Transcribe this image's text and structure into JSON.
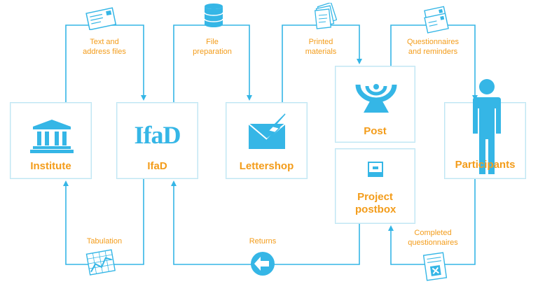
{
  "colors": {
    "accent": "#35b6e6",
    "label": "#f39c1a",
    "box_border": "#bfe6f3"
  },
  "nodes": {
    "institute": {
      "label": "Institute"
    },
    "ifad": {
      "label": "IfaD",
      "logo_text": "IfaD"
    },
    "lettershop": {
      "label": "Lettershop"
    },
    "post": {
      "label": "Post"
    },
    "postbox": {
      "label": "Project postbox"
    },
    "participants": {
      "label": "Participants"
    }
  },
  "flows": {
    "text_files": {
      "label_line1": "Text and",
      "label_line2": "address files",
      "icon": "envelope-doc-icon"
    },
    "file_prep": {
      "label_line1": "File",
      "label_line2": "preparation",
      "icon": "database-icon"
    },
    "printed": {
      "label_line1": "Printed",
      "label_line2": "materials",
      "icon": "stacked-papers-icon"
    },
    "questionnaires": {
      "label_line1": "Questionnaires",
      "label_line2": "and reminders",
      "icon": "letters-icon"
    },
    "tabulation": {
      "label_line1": "Tabulation",
      "icon": "table-chart-icon"
    },
    "returns": {
      "label_line1": "Returns",
      "icon": "return-arrow-icon"
    },
    "completed": {
      "label_line1": "Completed",
      "label_line2": "questionnaires",
      "icon": "checked-form-icon"
    }
  }
}
